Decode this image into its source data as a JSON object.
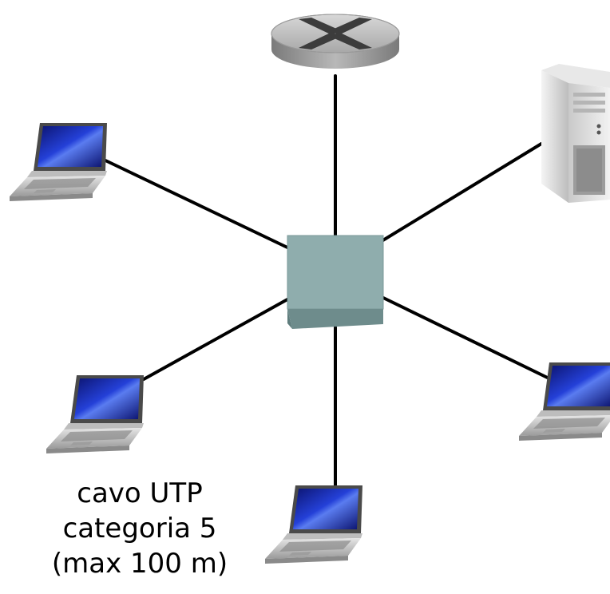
{
  "caption": {
    "lines": [
      "cavo UTP",
      "categoria 5",
      "(max 100 m)"
    ]
  },
  "nodes": {
    "center": {
      "type": "switch",
      "icon": "switch-icon"
    },
    "router": {
      "type": "router",
      "icon": "router-icon"
    },
    "server": {
      "type": "server",
      "icon": "server-tower-icon"
    },
    "laptops": [
      {
        "icon": "laptop-icon",
        "position": "top-left"
      },
      {
        "icon": "laptop-icon",
        "position": "bottom-left"
      },
      {
        "icon": "laptop-icon",
        "position": "bottom"
      },
      {
        "icon": "laptop-icon",
        "position": "right"
      }
    ]
  },
  "colors": {
    "cable": "#000000",
    "switch_face": "#8fadad",
    "switch_side": "#6e8c8c",
    "laptop_screen": "#1a2fb0",
    "laptop_body": "#c8c8c8",
    "router_body": "#a9a9a9",
    "server_body": "#d6d6d6"
  }
}
